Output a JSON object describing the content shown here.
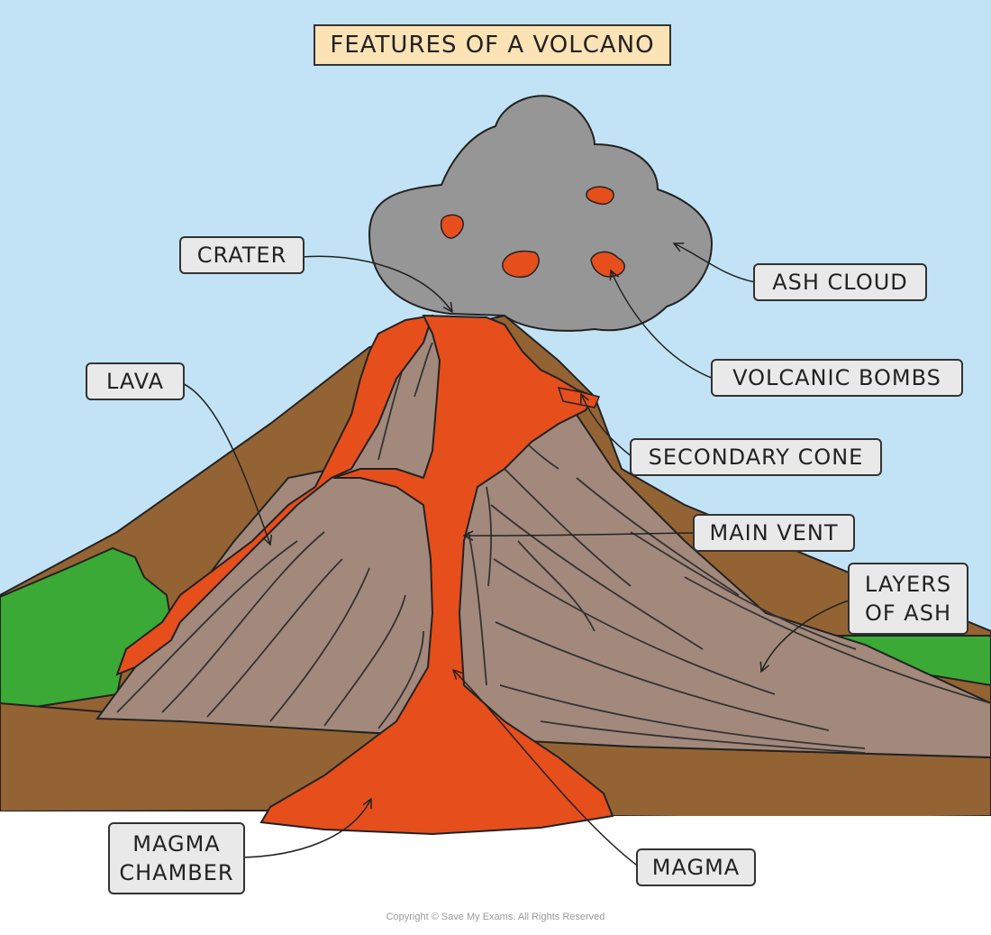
{
  "title": "FEATURES OF A VOLCANO",
  "labels": {
    "crater": "CRATER",
    "ash_cloud": "ASH CLOUD",
    "lava": "LAVA",
    "volcanic_bombs": "VOLCANIC BOMBS",
    "secondary_cone": "SECONDARY CONE",
    "main_vent": "MAIN VENT",
    "layers_of_ash_line1": "LAYERS",
    "layers_of_ash_line2": "OF ASH",
    "magma_chamber_line1": "MAGMA",
    "magma_chamber_line2": "CHAMBER",
    "magma": "MAGMA"
  },
  "copyright": "Copyright © Save My Exams. All Rights Reserved",
  "colors": {
    "sky": "#c2e3f5",
    "grass": "#3aa935",
    "earth": "#946334",
    "ash_layers": "#a2897b",
    "lava": "#e64e1c",
    "ash_cloud": "#969696",
    "title_bg": "#fbe3b6",
    "label_bg": "#e9e9e9"
  }
}
